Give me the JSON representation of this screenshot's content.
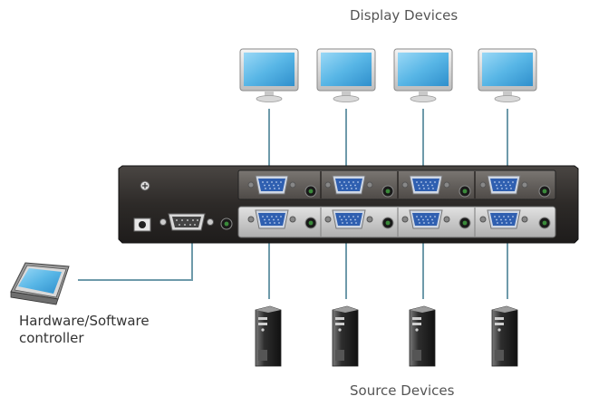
{
  "labels": {
    "display_devices": "Display Devices",
    "source_devices": "Source Devices",
    "controller_line1": "Hardware/Software",
    "controller_line2": "controller"
  },
  "counts": {
    "displays": 4,
    "sources": 4,
    "port_pairs": 4
  },
  "colors": {
    "chassis": "#2d2a28",
    "panel_top": "#6a6663",
    "panel_bottom": "#c9c9c9",
    "vga_port": "#2f5fb0",
    "cable": "#6e9aaa",
    "screen": "#58b6e6"
  },
  "icons": [
    "monitor-icon",
    "pc-tower-icon",
    "tablet-controller-icon",
    "vga-port-icon",
    "serial-port-icon",
    "power-jack-icon"
  ]
}
